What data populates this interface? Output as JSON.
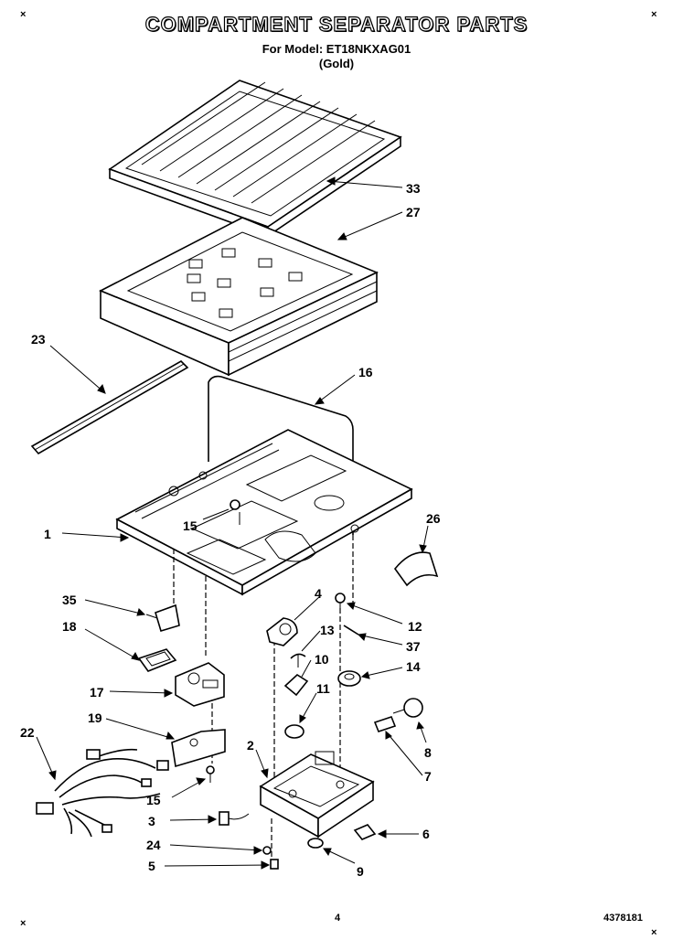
{
  "header": {
    "title": "COMPARTMENT SEPARATOR PARTS",
    "model_line": "For Model: ET18NKXAG01",
    "color_line": "(Gold)"
  },
  "footer": {
    "page_number": "4",
    "doc_number": "4378181"
  },
  "callouts": [
    "33",
    "27",
    "23",
    "16",
    "1",
    "15",
    "26",
    "35",
    "4",
    "12",
    "18",
    "13",
    "37",
    "10",
    "14",
    "17",
    "11",
    "19",
    "8",
    "22",
    "2",
    "7",
    "15",
    "3",
    "6",
    "24",
    "9",
    "5"
  ]
}
